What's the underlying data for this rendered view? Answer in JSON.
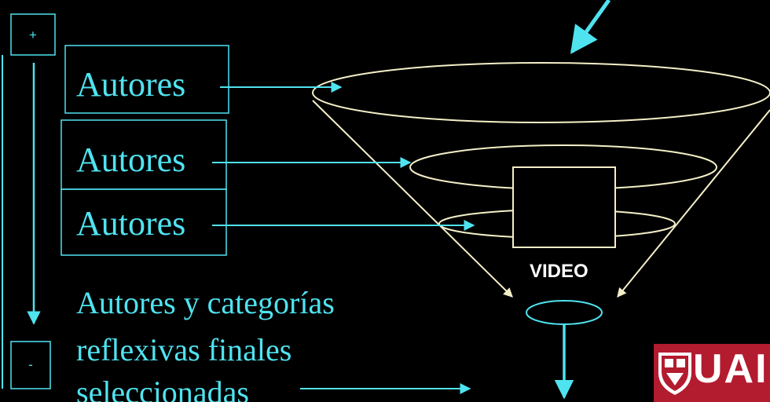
{
  "scale": {
    "plus_label": "+",
    "minus_label": "-"
  },
  "authors": {
    "level1": "Autores",
    "level2": "Autores",
    "level3": "Autores"
  },
  "video": {
    "label": "VIDEO"
  },
  "final": {
    "line1": "Autores y categorías",
    "line2": "reflexivas finales",
    "line3": "seleccionadas"
  },
  "logo": {
    "text": "UAI"
  },
  "colors": {
    "background": "#000000",
    "accent": "#4FE3F0",
    "cone_lines": "#F5EFC8",
    "video_label": "#FFFFFF",
    "logo_red": "#B31B2F"
  }
}
